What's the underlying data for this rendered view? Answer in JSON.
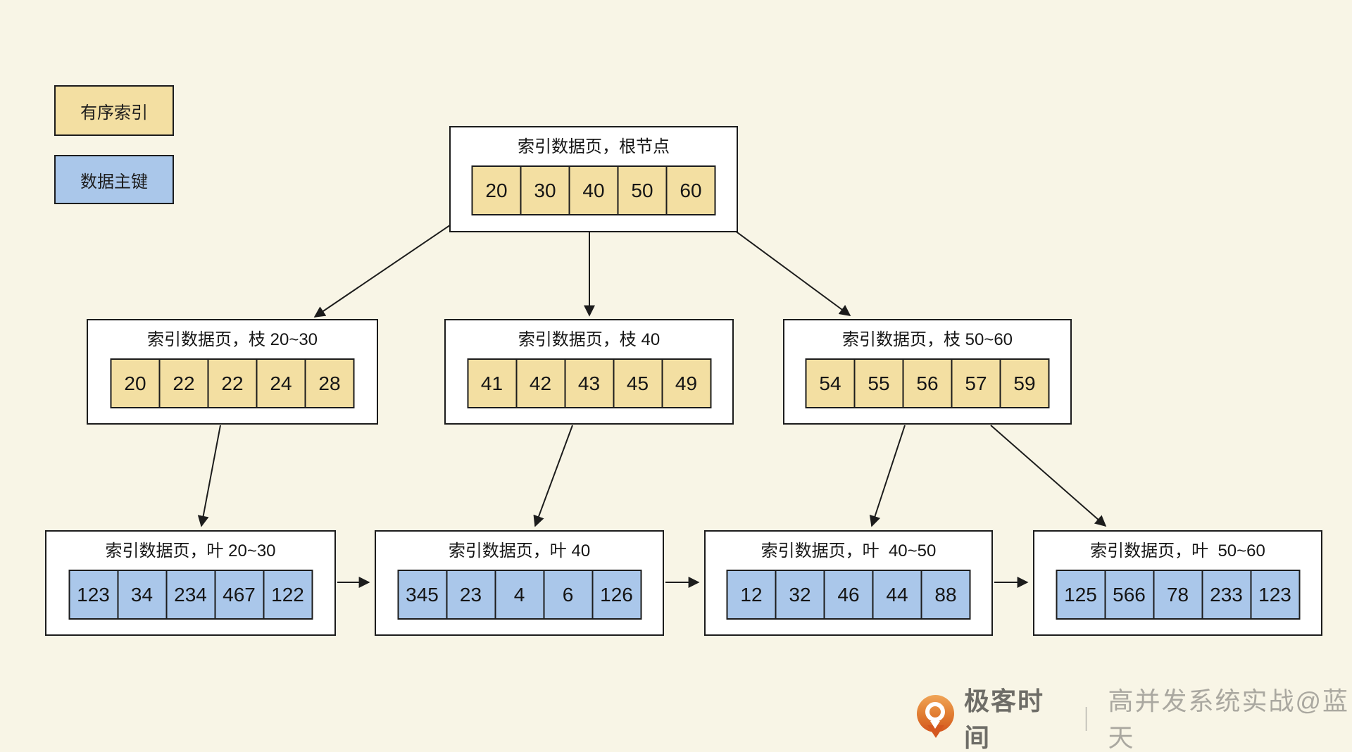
{
  "colors": {
    "bg": "#f8f5e6",
    "node_fill": "#ffffff",
    "line": "#1c1c1c",
    "index_fill": "#f3dfa2",
    "pk_fill": "#aac7ea"
  },
  "legend": {
    "index_label": "有序索引",
    "primary_key_label": "数据主键"
  },
  "nodes": {
    "root": {
      "kind": "index",
      "title": "索引数据页，根节点",
      "cells": [
        "20",
        "30",
        "40",
        "50",
        "60"
      ]
    },
    "branch1": {
      "kind": "index",
      "title": "索引数据页，枝 20~30",
      "cells": [
        "20",
        "22",
        "22",
        "24",
        "28"
      ]
    },
    "branch2": {
      "kind": "index",
      "title": "索引数据页，枝 40",
      "cells": [
        "41",
        "42",
        "43",
        "45",
        "49"
      ]
    },
    "branch3": {
      "kind": "index",
      "title": "索引数据页，枝 50~60",
      "cells": [
        "54",
        "55",
        "56",
        "57",
        "59"
      ]
    },
    "leaf1": {
      "kind": "primary_key",
      "title": "索引数据页，叶 20~30",
      "cells": [
        "123",
        "34",
        "234",
        "467",
        "122"
      ]
    },
    "leaf2": {
      "kind": "primary_key",
      "title": "索引数据页，叶 40",
      "cells": [
        "345",
        "23",
        "4",
        "6",
        "126"
      ]
    },
    "leaf3": {
      "kind": "primary_key",
      "title": "索引数据页，叶  40~50",
      "cells": [
        "12",
        "32",
        "46",
        "44",
        "88"
      ]
    },
    "leaf4": {
      "kind": "primary_key",
      "title": "索引数据页，叶  50~60",
      "cells": [
        "125",
        "566",
        "78",
        "233",
        "123"
      ]
    }
  },
  "watermark": {
    "logo": "geektime-logo",
    "brand": "极客时间",
    "separator": "｜",
    "caption": "高并发系统实战@蓝天"
  }
}
